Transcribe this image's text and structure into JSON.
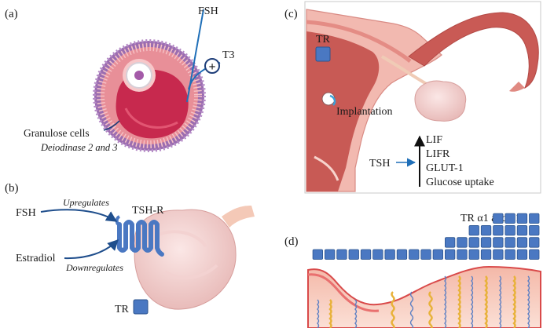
{
  "panel_a": {
    "label": "(a)",
    "fsh": "FSH",
    "t3": "T3",
    "plus": "+",
    "granulose": "Granulose cells",
    "deiodinase": "Deiodinase 2 and 3"
  },
  "panel_b": {
    "label": "(b)",
    "fsh": "FSH",
    "upregulates": "Upregulates",
    "tshr": "TSH-R",
    "estradiol": "Estradiol",
    "downregulates": "Downregulates",
    "tr": "TR"
  },
  "panel_c": {
    "label": "(c)",
    "tr": "TR",
    "implantation": "Implantation",
    "tsh": "TSH",
    "items": [
      "LIF",
      "LIFR",
      "GLUT-1",
      "Glucose uptake"
    ]
  },
  "panel_d": {
    "label": "(d)",
    "tr_label": "TR α1 and β1",
    "block_rows": [
      19,
      8,
      6,
      4
    ]
  },
  "colors": {
    "receptor_blue": "#4a78c2",
    "arrow_blue": "#1f6fb8",
    "uterus_pink": "#d96a6a",
    "follicle_purple": "#9b6db0"
  }
}
